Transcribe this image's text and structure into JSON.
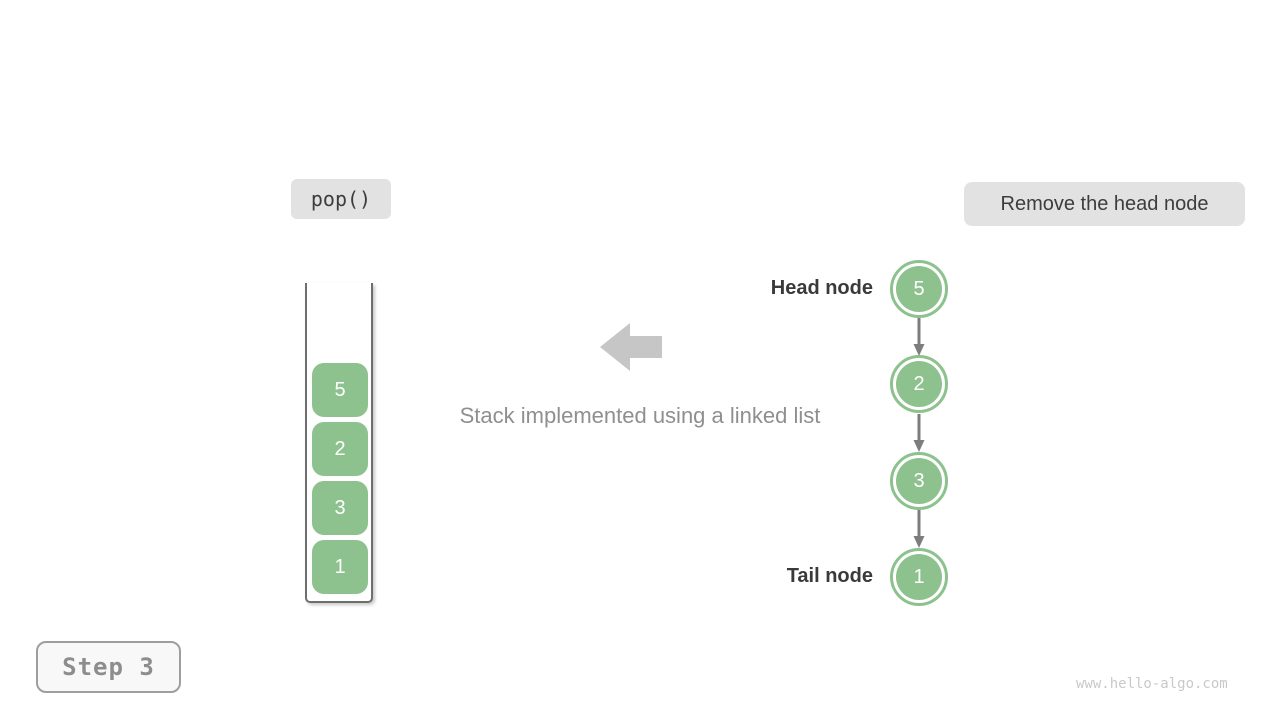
{
  "labels": {
    "operation": "pop()",
    "description": "Remove the head node",
    "caption": "Stack implemented using a linked list",
    "head_node": "Head node",
    "tail_node": "Tail node",
    "step": "Step 3",
    "watermark": "www.hello-algo.com"
  },
  "stack": {
    "items": [
      "5",
      "2",
      "3",
      "1"
    ]
  },
  "linked_list": {
    "nodes": [
      "5",
      "2",
      "3",
      "1"
    ],
    "head_value": "5",
    "tail_value": "1"
  },
  "icons": {
    "block_arrow": "left-block-arrow",
    "node_links": "down-arrow"
  },
  "colors": {
    "node_green": "#8dc18d",
    "label_box_gray": "#e2e2e2",
    "container_border": "#6e6e6e",
    "caption_gray": "#8f8f8f",
    "block_arrow_gray": "#c6c6c6",
    "link_arrow_gray": "#7d7d7d",
    "dark_text": "#3a3a3a",
    "step_text": "#8d8d8d",
    "watermark_gray": "#c9c9c9"
  }
}
